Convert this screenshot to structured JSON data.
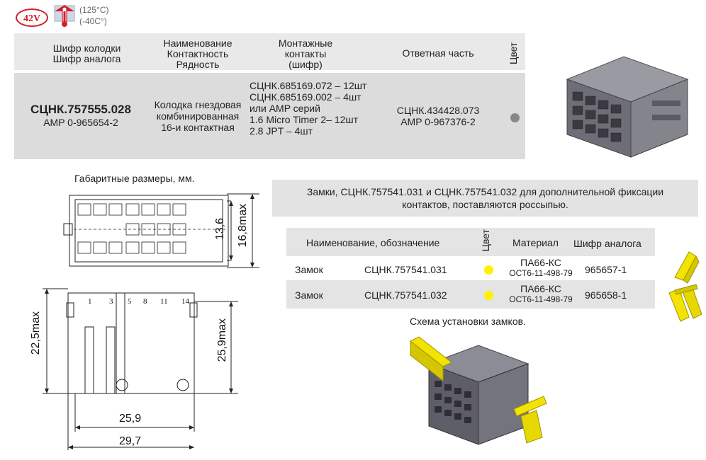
{
  "badge": {
    "voltage": "42V",
    "temp_high": "(125°C)",
    "temp_low": "(-40C°)"
  },
  "main_table": {
    "headers": {
      "code_line1": "Шифр колодки",
      "code_line2": "Шифр аналога",
      "name_line1": "Наименование",
      "name_line2": "Контактность",
      "name_line3": "Рядность",
      "mount_line1": "Монтажные",
      "mount_line2": "контакты",
      "mount_line3": "(шифр)",
      "mate": "Ответная часть",
      "color": "Цвет"
    },
    "row": {
      "code": "СЦНК.757555.028",
      "analog": "AMP 0-965654-2",
      "name_line1": "Колодка гнездовая",
      "name_line2": "комбинированная",
      "name_line3": "16-и контактная",
      "mount_line1": "СЦНК.685169.072 – 12шт",
      "mount_line2": "СЦНК.685169.002 – 4шт",
      "mount_line3": "или AMP серий",
      "mount_line4": "1.6 Micro Timer 2– 12шт",
      "mount_line5": "2.8 JPT – 4шт",
      "mate_line1": "СЦНК.434428.073",
      "mate_line2": "AMP 0-967376-2",
      "color": "#888888"
    }
  },
  "drawing": {
    "title": "Габаритные размеры, мм.",
    "dim_13_6": "13,6",
    "dim_16_8": "16,8max",
    "dim_22_5": "22,5max",
    "dim_25_9_v": "25,9max",
    "dim_25_9_h": "25,9",
    "dim_29_7": "29,7",
    "pins": [
      "1",
      "3",
      "5",
      "8",
      "11",
      "14"
    ]
  },
  "note": {
    "line1": "Замки, СЦНК.757541.031 и СЦНК.757541.032 для дополнительной фиксации",
    "line2": "контактов, поставляются россыпью."
  },
  "lock_table": {
    "headers": {
      "name": "Наименование, обозначение",
      "color": "Цвет",
      "material": "Материал",
      "analog": "Шифр аналога"
    },
    "rows": [
      {
        "name": "Замок",
        "code": "СЦНК.757541.031",
        "material1": "ПА66-КС",
        "material2": "ОСТ6-11-498-79",
        "analog": "965657-1",
        "color": "#fff200"
      },
      {
        "name": "Замок",
        "code": "СЦНК.757541.032",
        "material1": "ПА66-КС",
        "material2": "ОСТ6-11-498-79",
        "analog": "965658-1",
        "color": "#fff200"
      }
    ]
  },
  "scheme_caption": "Схема установки замков."
}
